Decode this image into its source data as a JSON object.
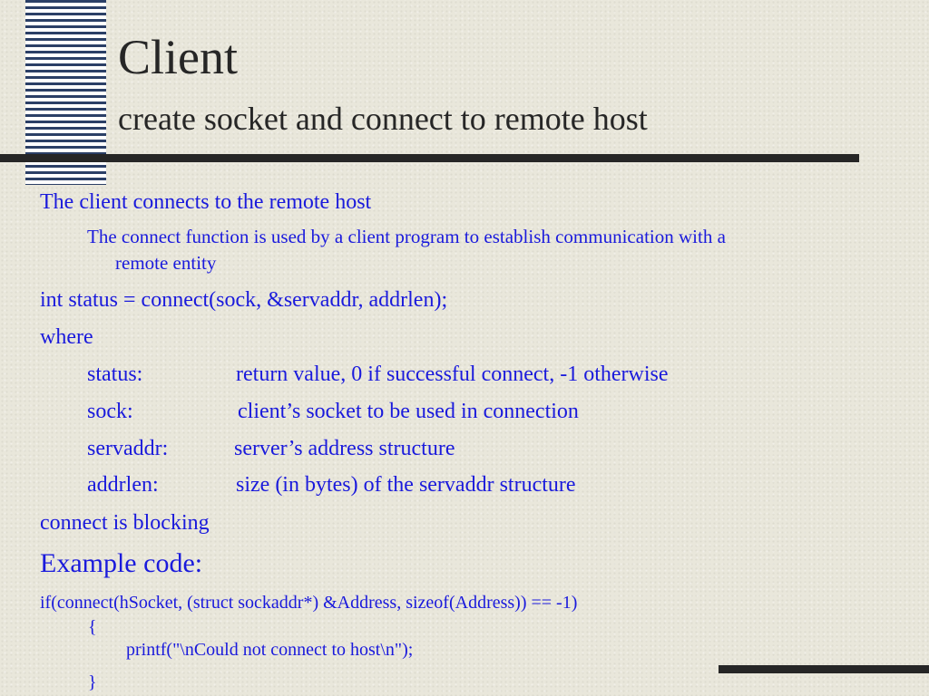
{
  "slide": {
    "title": "Client",
    "subtitle": "create socket and connect to remote host"
  },
  "body": {
    "p1": "The client connects to the remote host",
    "p1_sub_line1": "The connect function is used by a client program to establish communication with a",
    "p1_sub_line2": "remote entity",
    "p2": "int status = connect(sock, &servaddr, addrlen);",
    "p3": "where",
    "params": [
      {
        "term": "status:",
        "desc": "return value, 0 if successful connect, -1 otherwise"
      },
      {
        "term": "sock:",
        "desc": "client’s socket to be used in connection"
      },
      {
        "term": "servaddr:",
        "desc": "server’s address structure"
      },
      {
        "term": "addrlen:",
        "desc": "size (in bytes) of the servaddr structure"
      }
    ],
    "p4": "connect is blocking",
    "p5": "Example code:",
    "code": [
      "if(connect(hSocket, (struct sockaddr*) &Address, sizeof(Address)) == -1)",
      "{",
      "printf(\"\\nCould not connect to host\\n\");",
      "}"
    ]
  },
  "colors": {
    "background": "#e9e7db",
    "stripe": "#2b3f66",
    "rule": "#262626",
    "title_text": "#262626",
    "body_text": "#1a1adc"
  }
}
